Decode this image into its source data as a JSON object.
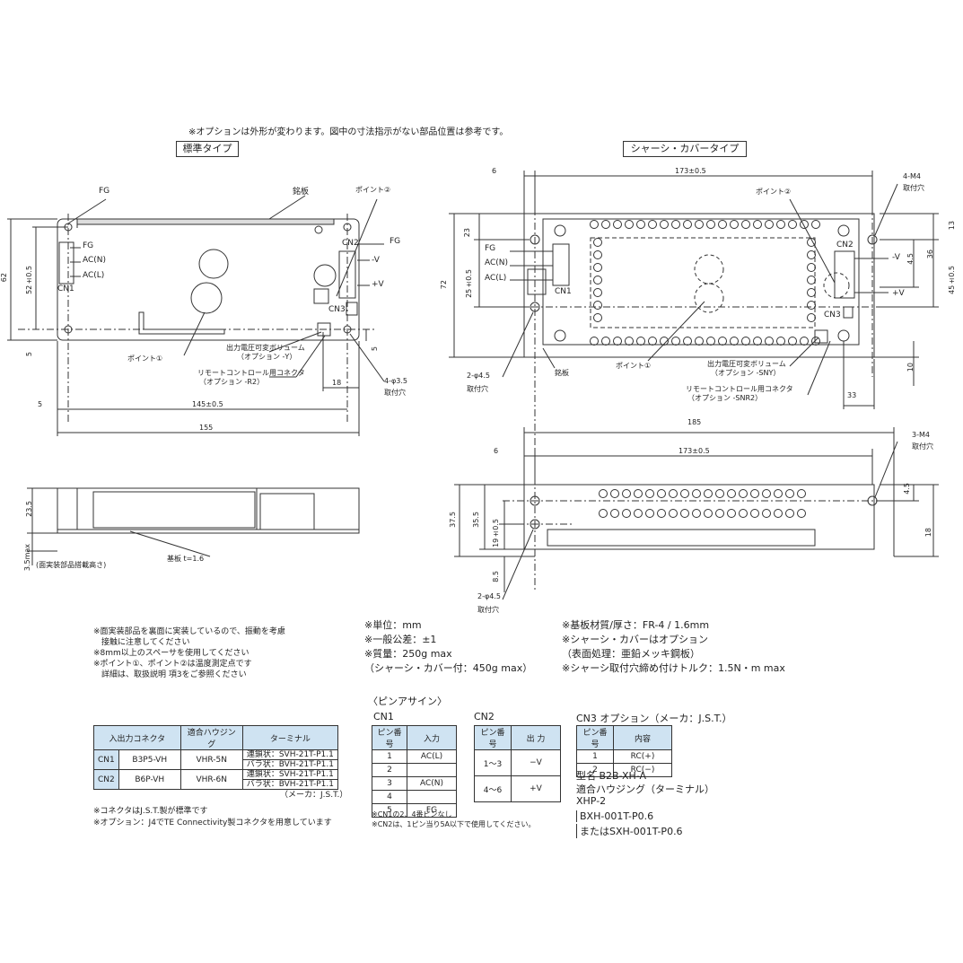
{
  "top_note": "※オプションは外形が変わります。図中の寸法指示がない部品位置は参考です。",
  "std_title": "標準タイプ",
  "chassis_title": "シャーシ・カバータイプ",
  "std": {
    "fg_top": "FG",
    "plate": "銘板",
    "point2": "ポイント②",
    "fg_right": "FG",
    "cn1_fg": "FG",
    "cn1_acn": "AC(N)",
    "cn1_acl": "AC(L)",
    "cn1": "CN1",
    "cn2": "CN2",
    "cn3": "CN3",
    "minus_v": "-V",
    "plus_v": "+V",
    "dim_62": "62",
    "dim_52": "52±0.5",
    "dim_5a": "5",
    "dim_5b": "5",
    "dim_5c": "5",
    "dim_18": "18",
    "dim_145": "145±0.5",
    "dim_155": "155",
    "point1": "ポイント①",
    "vr_1": "出力電圧可変ボリューム",
    "vr_2": "（オプション -Y）",
    "rc_1": "リモートコントロール用コネクタ",
    "rc_2": "（オプション -R2）",
    "hole_1": "4-φ3.5",
    "hole_2": "取付穴",
    "side_23": "23.5",
    "side_35": "3.5max",
    "side_mount": "(面実装部品搭載高さ)",
    "board": "基板 t=1.6"
  },
  "chassis": {
    "dim_6": "6",
    "dim_173": "173±0.5",
    "m4": "4-M4",
    "m4_hole": "取付穴",
    "point2": "ポイント②",
    "dim_23": "23",
    "dim_72": "72",
    "dim_25": "25±0.5",
    "fg": "FG",
    "acn": "AC(N)",
    "acl": "AC(L)",
    "cn1": "CN1",
    "cn2": "CN2",
    "cn3": "CN3",
    "minus_v": "-V",
    "plus_v": "+V",
    "dim_13": "13",
    "dim_36": "36",
    "dim_45": "45±0.5",
    "dim_45b": "4.5",
    "dim_10": "10",
    "dim_33": "33",
    "point1": "ポイント①",
    "hole_1": "2-φ4.5",
    "hole_2": "取付穴",
    "plate": "銘板",
    "vr_1": "出力電圧可変ボリューム",
    "vr_2": "（オプション -SNY）",
    "rc_1": "リモートコントロール用コネクタ",
    "rc_2": "（オプション -SNR2）"
  },
  "chassis_side": {
    "dim_185": "185",
    "dim_6": "6",
    "dim_173": "173±0.5",
    "m4": "3-M4",
    "m4_hole": "取付穴",
    "dim_37": "37.5",
    "dim_35": "35.5",
    "dim_19": "19±0.5",
    "dim_8": "8.5",
    "dim_45": "4.5",
    "dim_18": "18",
    "hole_1": "2-φ4.5",
    "hole_2": "取付穴"
  },
  "notes_left": [
    "※面実装部品を裏面に実装しているので、振動を考慮",
    "　接触に注意してください",
    "※8mm以上のスペーサを使用してください",
    "※ポイント①、ポイント②は温度測定点です",
    "　詳細は、取扱説明 項3をご参照ください"
  ],
  "notes_mid": [
    "※単位：mm",
    "※一般公差：±1",
    "※質量：250g max",
    "（シャーシ・カバー付：450g max）"
  ],
  "notes_right": [
    "※基板材質/厚さ：FR-4 / 1.6mm",
    "※シャーシ・カバーはオプション",
    "（表面処理：亜鉛メッキ鋼板）",
    "※シャーシ取付穴締め付けトルク：1.5N・m max"
  ],
  "conn_table": {
    "headers": [
      "入出力コネクタ",
      "適合ハウジング",
      "ターミナル"
    ],
    "rows": [
      {
        "name": "CN1",
        "conn": "B3P5-VH",
        "housing": "VHR-5N",
        "t1": "連鎖状：SVH-21T-P1.1",
        "t2": "バラ状：BVH-21T-P1.1"
      },
      {
        "name": "CN2",
        "conn": "B6P-VH",
        "housing": "VHR-6N",
        "t1": "連鎖状：SVH-21T-P1.1",
        "t2": "バラ状：BVH-21T-P1.1"
      }
    ],
    "maker": "（メーカ：J.S.T.）",
    "note1": "※コネクタはJ.S.T.製が標準です",
    "note2": "※オプション：J4でTE Connectivity製コネクタを用意しています"
  },
  "pin": {
    "title": "〈ピンアサイン〉",
    "cn1_title": "CN1",
    "cn1_headers": [
      "ピン番号",
      "入力"
    ],
    "cn1_rows": [
      [
        "1",
        "AC(L)"
      ],
      [
        "2",
        ""
      ],
      [
        "3",
        "AC(N)"
      ],
      [
        "4",
        ""
      ],
      [
        "5",
        "FG"
      ]
    ],
    "cn2_title": "CN2",
    "cn2_headers": [
      "ピン番号",
      "出 力"
    ],
    "cn2_rows": [
      [
        "1〜3",
        "−V"
      ],
      [
        "4〜6",
        "+V"
      ]
    ],
    "note1": "※CN1の2、4番ピンなし",
    "note2": "※CN2は、1ピン当り5A以下で使用してください。",
    "cn3_title": "CN3 オプション（メーカ：J.S.T.）",
    "cn3_headers": [
      "ピン番号",
      "内容"
    ],
    "cn3_rows": [
      [
        "1",
        "RC(+)"
      ],
      [
        "2",
        "RC(−)"
      ]
    ],
    "model": "型名 B2B-XH-A",
    "housing": "適合ハウジング（ターミナル）",
    "housing_v": "XHP-2",
    "term1": "BXH-001T-P0.6",
    "term2": "またはSXH-001T-P0.6"
  }
}
